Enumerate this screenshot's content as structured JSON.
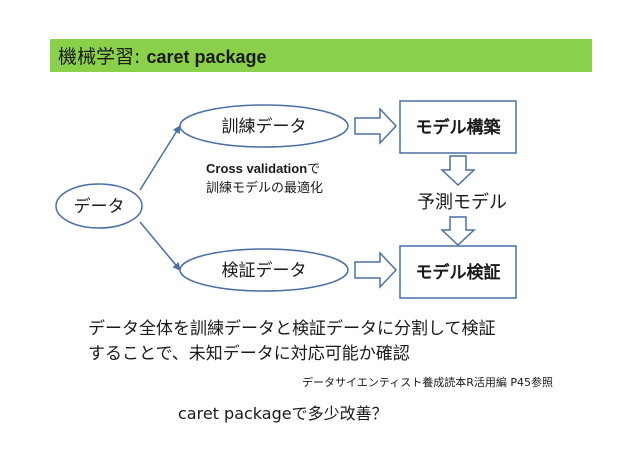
{
  "title": {
    "main": "機械学習",
    "separator": ": ",
    "sub": "caret package"
  },
  "nodes": {
    "data": "データ",
    "train_data": "訓練データ",
    "model_build": "モデル構築",
    "cv_line1_bold": "Cross validation",
    "cv_line1_suffix": "で",
    "cv_line2": "訓練モデルの最適化",
    "predict_model": "予測モデル",
    "test_data": "検証データ",
    "model_verify": "モデル検証"
  },
  "summary": {
    "line1": "データ全体を訓練データと検証データに分割して検証",
    "line2": "することで、未知データに対応可能か確認"
  },
  "reference": "データサイエンティスト養成読本R活用編 P45参照",
  "question": "caret packageで多少改善？",
  "colors": {
    "title_bar": "#8bd04b",
    "node_border": "#4a6fa5",
    "arrow_fill": "#ffffff",
    "arrow_stroke": "#4a6fa5",
    "connector": "#4a6fa5"
  }
}
